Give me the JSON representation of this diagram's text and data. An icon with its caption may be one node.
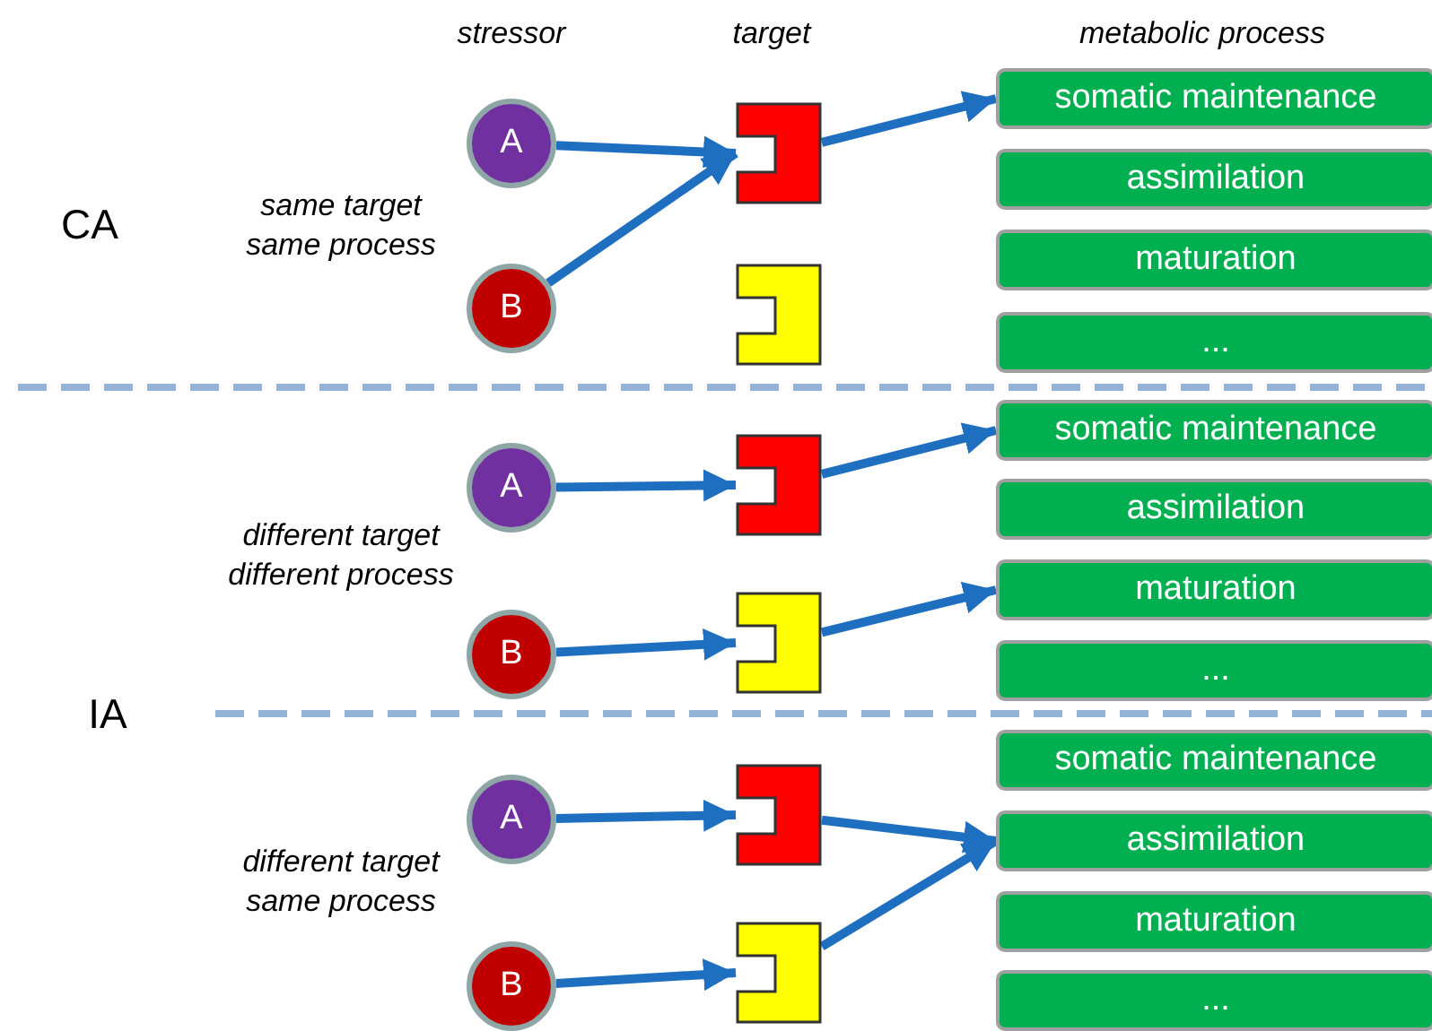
{
  "diagram": {
    "nodes": [
      {
        "text": [
          "A"
        ]
      },
      {
        "text": [
          "B"
        ]
      },
      {
        "text": [],
        "shape": "box"
      },
      {
        "text": [],
        "shape": "box"
      },
      {
        "text": [
          "somatic maintenance"
        ]
      },
      {
        "text": [
          "assimilation"
        ]
      },
      {
        "text": [
          "maturation"
        ]
      },
      {
        "text": [
          "..."
        ]
      },
      {
        "text": [
          "A"
        ]
      },
      {
        "text": [
          "B"
        ]
      },
      {
        "text": [],
        "shape": "box"
      },
      {
        "text": [],
        "shape": "box"
      },
      {
        "text": [
          "somatic maintenance"
        ]
      },
      {
        "text": [
          "assimilation"
        ]
      },
      {
        "text": [
          "maturation"
        ]
      },
      {
        "text": [
          "..."
        ]
      },
      {
        "text": [
          "A"
        ]
      },
      {
        "text": [
          "B"
        ]
      },
      {
        "text": [],
        "shape": "box"
      },
      {
        "text": [],
        "shape": "box"
      },
      {
        "text": [
          "somatic maintenance"
        ]
      },
      {
        "text": [
          "assimilation"
        ]
      },
      {
        "text": [
          "maturation"
        ]
      },
      {
        "text": [
          "..."
        ]
      }
    ],
    "edges": [
      {
        "from": 0,
        "to": 2,
        "arrow": "to"
      },
      {
        "from": 1,
        "to": 2,
        "arrow": "to"
      },
      {
        "from": 2,
        "to": 4,
        "arrow": "to"
      },
      {
        "from": 8,
        "to": 10,
        "arrow": "to"
      },
      {
        "from": 9,
        "to": 11,
        "arrow": "to"
      },
      {
        "from": 10,
        "to": 12,
        "arrow": "to"
      },
      {
        "from": 11,
        "to": 14,
        "arrow": "to"
      },
      {
        "from": 16,
        "to": 18,
        "arrow": "to"
      },
      {
        "from": 17,
        "to": 19,
        "arrow": "to"
      },
      {
        "from": 18,
        "to": 21,
        "arrow": "to"
      },
      {
        "from": 19,
        "to": 21,
        "arrow": "to"
      }
    ],
    "labels": [
      "stressor",
      "target",
      "metabolic process",
      "CA",
      "same target same process",
      "different target different process",
      "IA",
      "different target same process"
    ]
  }
}
